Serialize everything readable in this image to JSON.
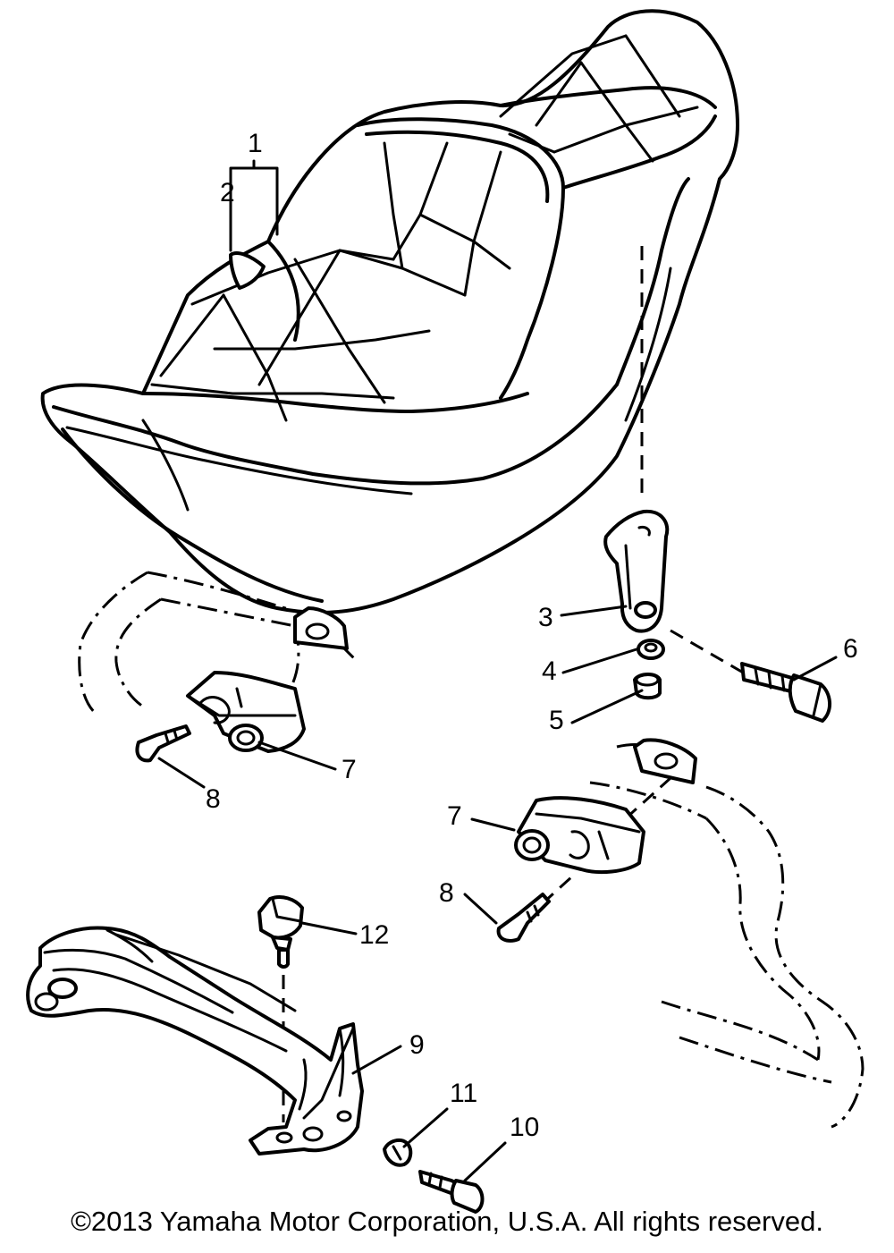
{
  "callouts": {
    "c1": "1",
    "c2": "2",
    "c3": "3",
    "c4": "4",
    "c5": "5",
    "c6": "6",
    "c7a": "7",
    "c7b": "7",
    "c8a": "8",
    "c8b": "8",
    "c9": "9",
    "c10": "10",
    "c11": "11",
    "c12": "12"
  },
  "copyright": "©2013 Yamaha Motor Corporation, U.S.A. All rights reserved."
}
